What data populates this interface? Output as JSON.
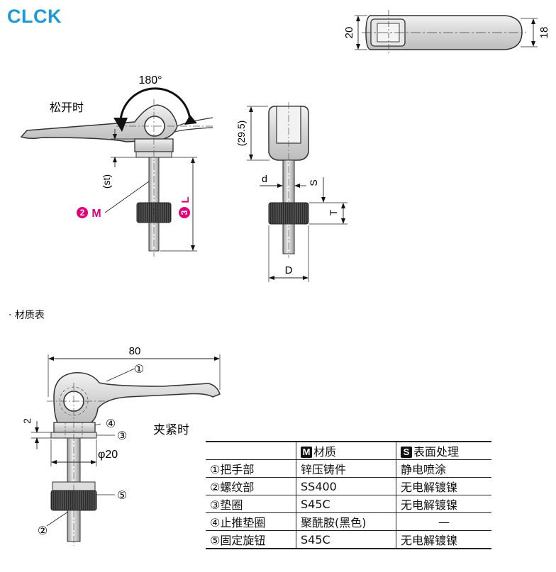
{
  "title": "CLCK",
  "section_heading": "· 材质表",
  "drawing": {
    "top_view": {
      "dim_height": "20",
      "dim_side": "18"
    },
    "open_view": {
      "rotation": "180°",
      "state_label": "松开时",
      "stroke_label": "(st)",
      "label_m_num": "2",
      "label_m": "M",
      "label_l_num": "3",
      "label_l": "L"
    },
    "side_view": {
      "dim_height": "(29.5)",
      "dim_d": "d",
      "dim_s": "S",
      "dim_t": "T",
      "dim_D": "D"
    },
    "clamp_view": {
      "dim_length": "80",
      "dim_gap": "2",
      "dim_washer": "φ20",
      "state_label": "夹紧时",
      "callouts": [
        "①",
        "④",
        "③",
        "⑤",
        "②"
      ]
    }
  },
  "material_table": {
    "headers": {
      "part": "",
      "material_badge": "M",
      "material": "材质",
      "surface_badge": "S",
      "surface": "表面处理"
    },
    "rows": [
      {
        "part": "①把手部",
        "material": "锌压铸件",
        "surface": "静电喷涂"
      },
      {
        "part": "②螺纹部",
        "material": "SS400",
        "surface": "无电解镀镍"
      },
      {
        "part": "③垫圈",
        "material": "S45C",
        "surface": "无电解镀镍"
      },
      {
        "part": "④止推垫圈",
        "material": "聚酰胺(黑色)",
        "surface": "—"
      },
      {
        "part": "⑤固定旋钮",
        "material": "S45C",
        "surface": "无电解镀镍"
      }
    ]
  }
}
